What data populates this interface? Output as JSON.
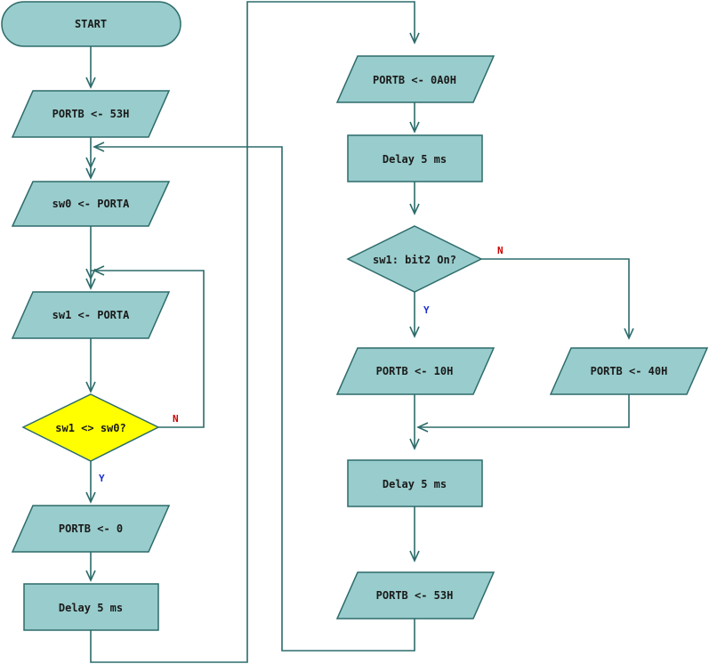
{
  "nodes": {
    "start": "START",
    "portb_53h_a": "PORTB <- 53H",
    "sw0_porta": "sw0 <- PORTA",
    "sw1_porta": "sw1 <- PORTA",
    "cmp": "sw1 <> sw0?",
    "portb_0": "PORTB <- 0",
    "delay_a": "Delay 5 ms",
    "portb_0a0h": "PORTB <- 0A0H",
    "delay_b": "Delay 5 ms",
    "bit2": "sw1: bit2 On?",
    "portb_10h": "PORTB <- 10H",
    "portb_40h": "PORTB <- 40H",
    "delay_c": "Delay 5 ms",
    "portb_53h_b": "PORTB <- 53H"
  },
  "branches": {
    "cmp_yes": "Y",
    "cmp_no": "N",
    "bit2_yes": "Y",
    "bit2_no": "N"
  },
  "colors": {
    "shape_fill": "#99cccc",
    "shape_stroke": "#2d6b6b",
    "highlight_fill": "#ffff00",
    "yes_label": "#1c2fd1",
    "no_label": "#cc0000"
  }
}
